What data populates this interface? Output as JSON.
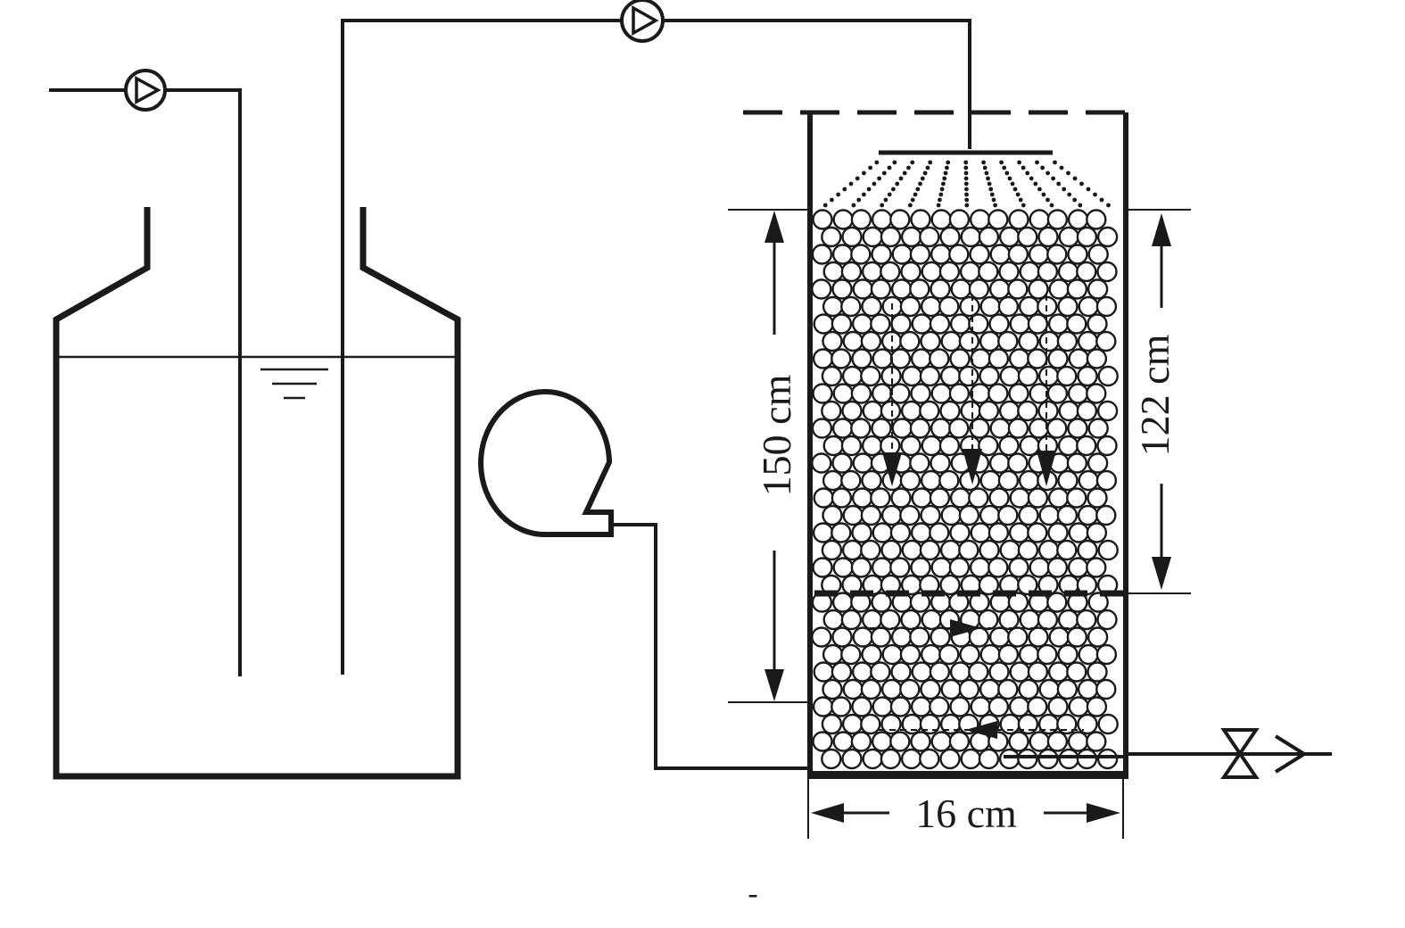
{
  "labels": {
    "height_total": "150 cm",
    "height_upper": "122 cm",
    "diameter": "16 cm",
    "footnote": "-"
  },
  "colors": {
    "ink": "#1a1a1a",
    "background": "#ffffff"
  }
}
